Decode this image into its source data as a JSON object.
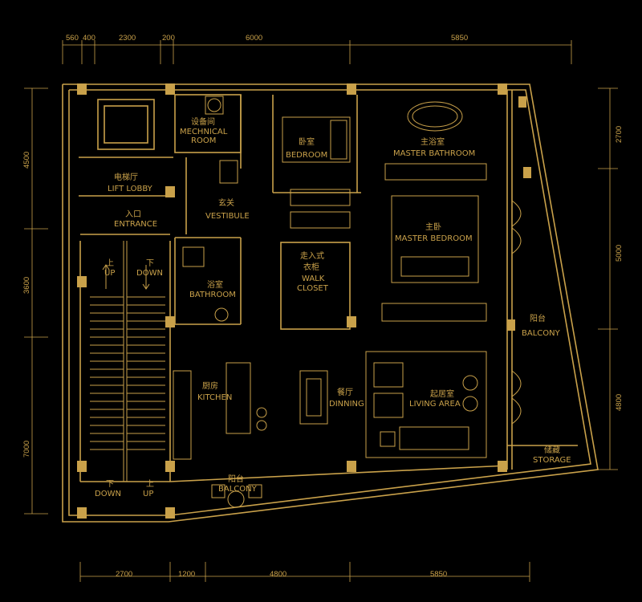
{
  "colors": {
    "background": "#000000",
    "line": "#c9a14a"
  },
  "dimensions": {
    "top": [
      "560",
      "400",
      "2300",
      "200",
      "6000",
      "5850"
    ],
    "bottom": [
      "2700",
      "1200",
      "4800",
      "5850"
    ],
    "left": [
      "4500",
      "3600",
      "7000"
    ],
    "right": [
      "2700",
      "5000",
      "4800"
    ]
  },
  "rooms": {
    "mechanical": {
      "cn": "设备间",
      "en1": "MECHNICAL",
      "en2": "ROOM"
    },
    "bedroom": {
      "cn": "卧室",
      "en": "BEDROOM"
    },
    "master_bath": {
      "cn": "主浴室",
      "en": "MASTER BATHROOM"
    },
    "lift_lobby": {
      "cn": "电梯厅",
      "en": "LIFT LOBBY"
    },
    "vestibule": {
      "cn": "玄关",
      "en": "VESTIBULE"
    },
    "entrance": {
      "cn": "入口",
      "en": "ENTRANCE"
    },
    "master_bed": {
      "cn": "主卧",
      "en": "MASTER BEDROOM"
    },
    "stairs": {
      "up": "上",
      "up_en": "UP",
      "down": "下",
      "down_en": "DOWN"
    },
    "walk_closet": {
      "cn1": "走入式",
      "cn2": "衣柜",
      "en1": "WALK",
      "en2": "CLOSET"
    },
    "bathroom": {
      "cn": "浴室",
      "en": "BATHROOM"
    },
    "balcony_east": {
      "cn": "阳台",
      "en": "BALCONY"
    },
    "kitchen": {
      "cn": "厨房",
      "en": "KITCHEN"
    },
    "dining": {
      "cn": "餐厅",
      "en": "DINNING"
    },
    "living": {
      "cn": "起居室",
      "en": "LIVING AREA"
    },
    "storage": {
      "cn": "储藏",
      "en": "STORAGE"
    },
    "balcony_south": {
      "cn": "阳台",
      "en": "BALCONY"
    },
    "stairs_bottom": {
      "down": "下",
      "down_en": "DOWN",
      "up": "上",
      "up_en": "UP"
    }
  }
}
